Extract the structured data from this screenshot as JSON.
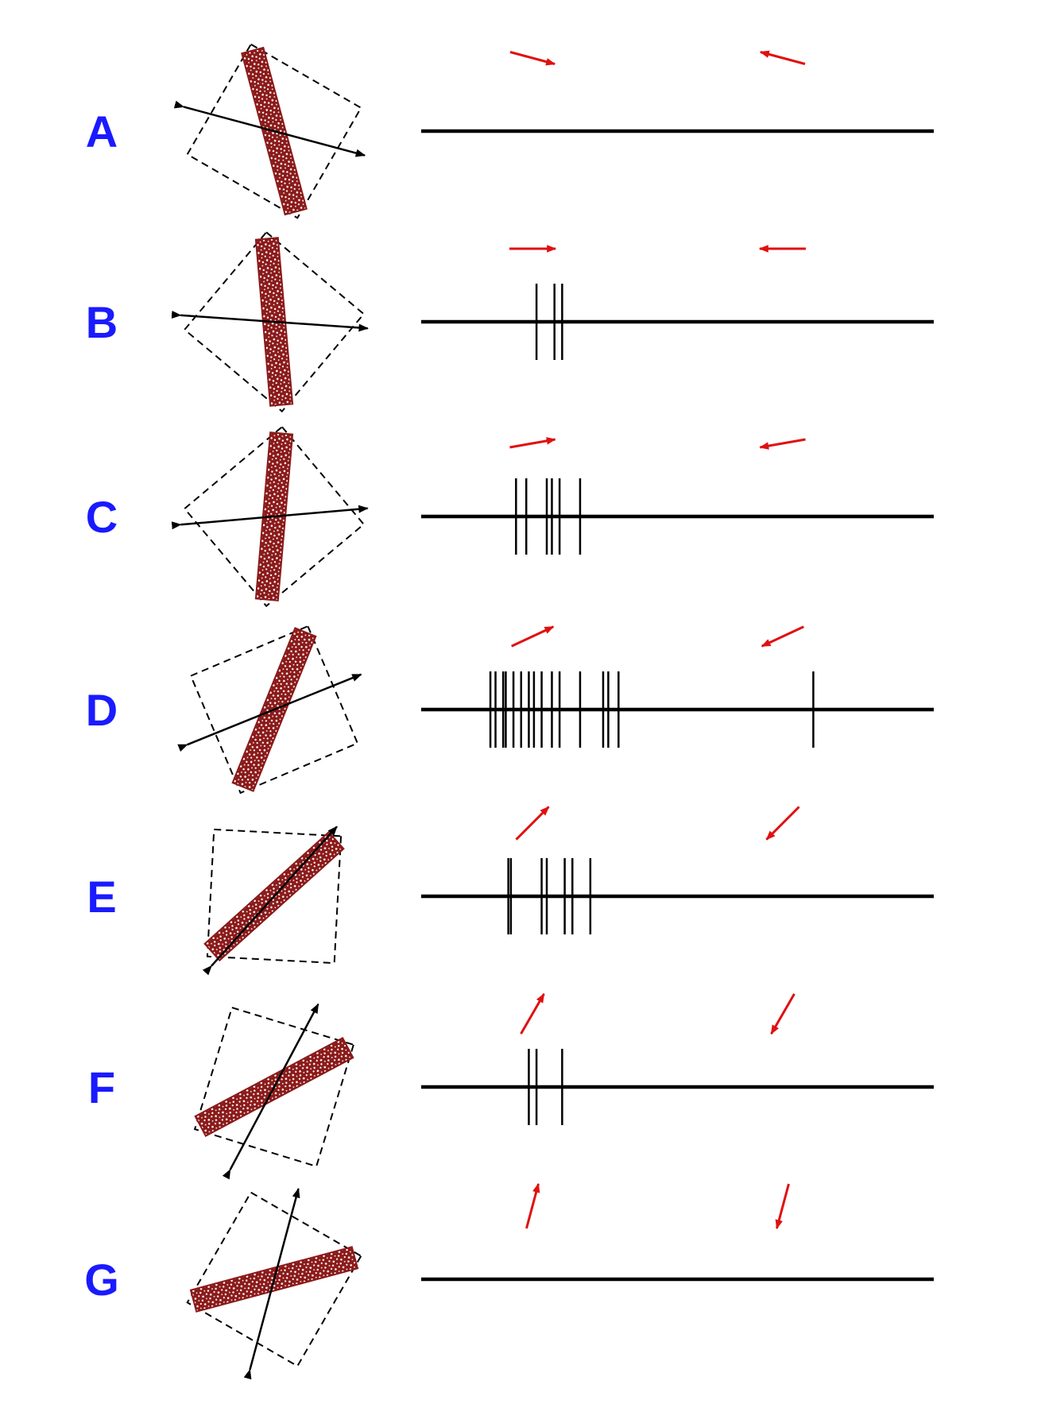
{
  "colors": {
    "label": "#1a1aff",
    "stimulus_bar_fill": "#8b1a1a",
    "stimulus_bar_texture": "#ffffff",
    "direction_arrow": "#e01010",
    "line": "#000000"
  },
  "rows": [
    {
      "label": "A",
      "bar_orientation_deg": 75,
      "motion_direction_deg": -15,
      "forward_arrow_deg": -15,
      "backward_arrow_deg": 165,
      "spike_times": []
    },
    {
      "label": "B",
      "bar_orientation_deg": 85,
      "motion_direction_deg": -4,
      "forward_arrow_deg": 0,
      "backward_arrow_deg": 180,
      "spike_times": [
        0.225,
        0.26,
        0.275
      ]
    },
    {
      "label": "C",
      "bar_orientation_deg": 95,
      "motion_direction_deg": 5,
      "forward_arrow_deg": 10,
      "backward_arrow_deg": 190,
      "spike_times": [
        0.185,
        0.205,
        0.245,
        0.255,
        0.27,
        0.31
      ]
    },
    {
      "label": "D",
      "bar_orientation_deg": 112,
      "motion_direction_deg": 22,
      "forward_arrow_deg": 25,
      "backward_arrow_deg": 205,
      "spike_times": [
        0.135,
        0.145,
        0.16,
        0.165,
        0.18,
        0.195,
        0.21,
        0.22,
        0.235,
        0.255,
        0.27,
        0.31,
        0.355,
        0.365,
        0.385,
        0.765
      ]
    },
    {
      "label": "E",
      "bar_orientation_deg": 138,
      "motion_direction_deg": 48,
      "forward_arrow_deg": 45,
      "backward_arrow_deg": 225,
      "spike_times": [
        0.17,
        0.175,
        0.235,
        0.245,
        0.28,
        0.295,
        0.33
      ]
    },
    {
      "label": "F",
      "bar_orientation_deg": 152,
      "motion_direction_deg": 62,
      "forward_arrow_deg": 60,
      "backward_arrow_deg": 240,
      "spike_times": [
        0.21,
        0.225,
        0.275
      ]
    },
    {
      "label": "G",
      "bar_orientation_deg": 165,
      "motion_direction_deg": 75,
      "forward_arrow_deg": 75,
      "backward_arrow_deg": 255,
      "spike_times": []
    }
  ]
}
